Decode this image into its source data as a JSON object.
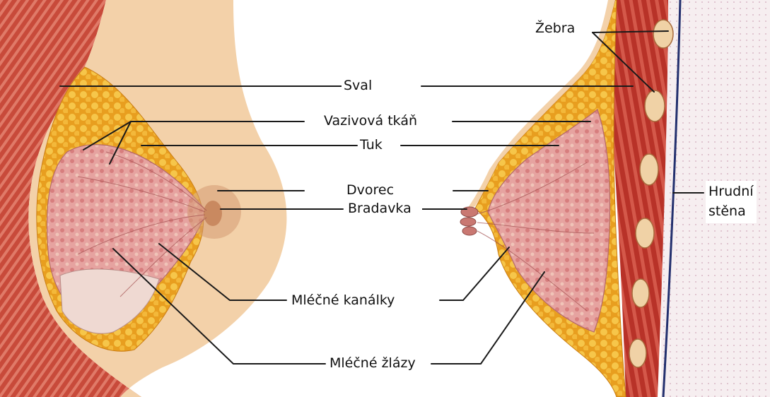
{
  "labels": {
    "ribs": "Žebra",
    "muscle": "Sval",
    "connective_tissue": "Vazivová tkáň",
    "fat": "Tuk",
    "areola": "Dvorec",
    "nipple": "Bradavka",
    "chest_wall_line1": "Hrudní",
    "chest_wall_line2": "stěna",
    "milk_ducts": "Mléčné kanálky",
    "mammary_glands": "Mléčné žlázy"
  },
  "colors": {
    "skin": "#f2cfa7",
    "muscle": "#c84a3a",
    "fat": "#f2b233",
    "gland": "#e89a97",
    "leader_line": "#1a1a1a",
    "chest_wall_line": "#23306e"
  }
}
